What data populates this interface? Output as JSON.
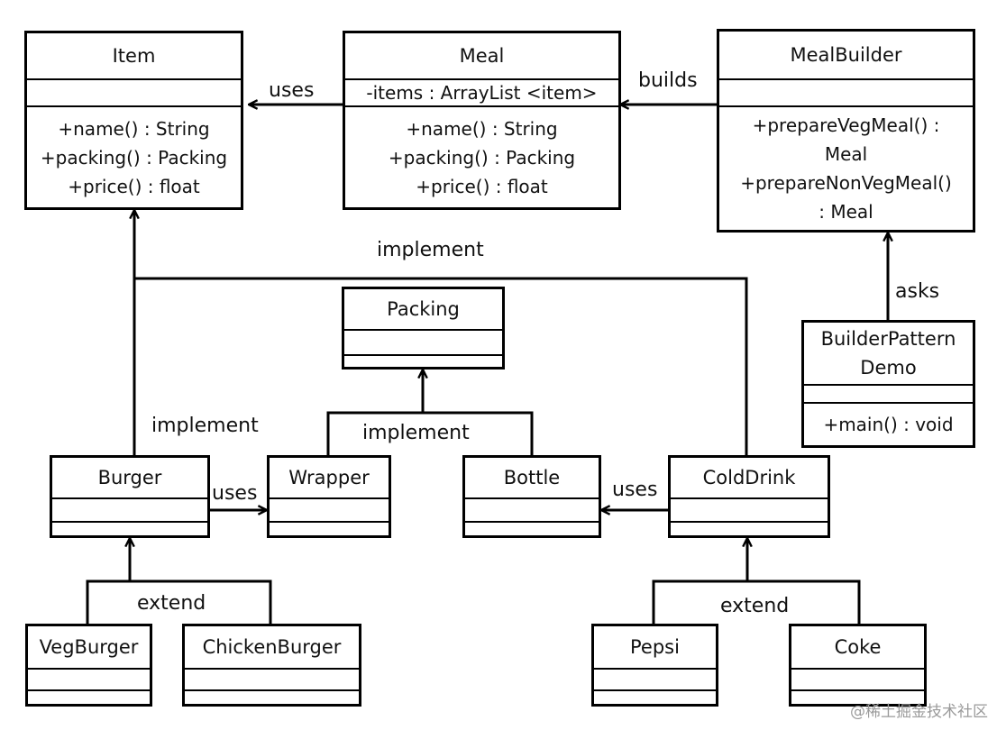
{
  "classes": {
    "item": {
      "name": "Item",
      "operations": [
        "+name() : String",
        "+packing() : Packing",
        "+price() : float"
      ]
    },
    "meal": {
      "name": "Meal",
      "attribute": "-items : ArrayList <item>",
      "operations": [
        "+name() : String",
        "+packing() : Packing",
        "+price() : float"
      ]
    },
    "meal_builder": {
      "name": "MealBuilder",
      "operations": [
        "+prepareVegMeal() :",
        "Meal",
        "+prepareNonVegMeal()",
        ": Meal"
      ]
    },
    "packing": {
      "name": "Packing"
    },
    "builder_demo": {
      "name_lines": [
        "BuilderPattern",
        "Demo"
      ],
      "operations": [
        "+main() : void"
      ]
    },
    "burger": {
      "name": "Burger"
    },
    "wrapper": {
      "name": "Wrapper"
    },
    "bottle": {
      "name": "Bottle"
    },
    "cold_drink": {
      "name": "ColdDrink"
    },
    "veg_burger": {
      "name": "VegBurger"
    },
    "chicken_burger": {
      "name": "ChickenBurger"
    },
    "pepsi": {
      "name": "Pepsi"
    },
    "coke": {
      "name": "Coke"
    }
  },
  "labels": {
    "uses_item": "uses",
    "builds": "builds",
    "implement_top": "implement",
    "asks": "asks",
    "implement_burger": "implement",
    "implement_packing": "implement",
    "uses_wrapper": "uses",
    "uses_bottle": "uses",
    "extend_burger": "extend",
    "extend_drink": "extend"
  },
  "watermark": "@稀土掘金技术社区"
}
